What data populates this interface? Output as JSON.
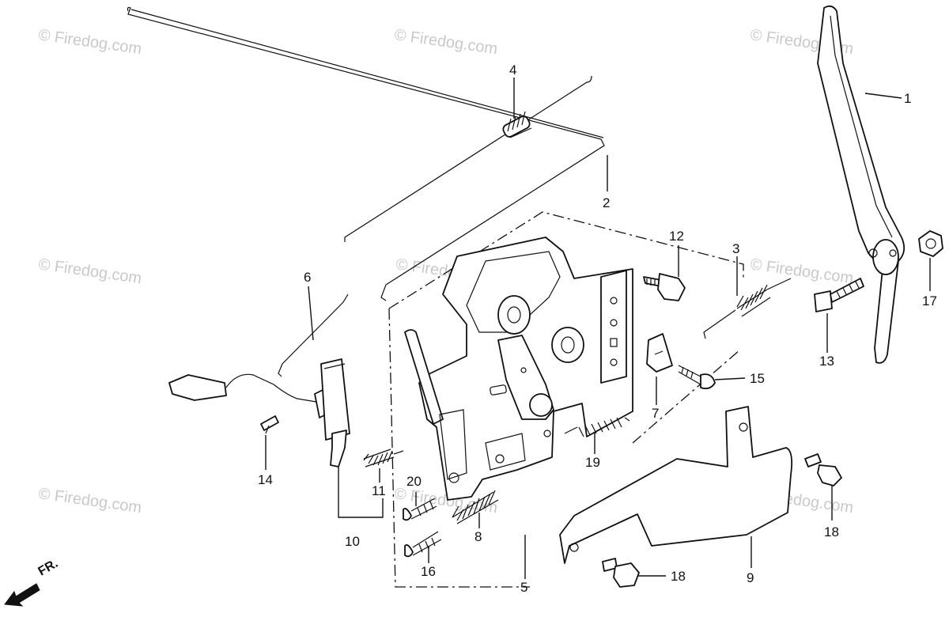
{
  "diagram": {
    "watermark": "© Firedog.com",
    "direction_label": "FR.",
    "callouts": [
      "1",
      "2",
      "3",
      "4",
      "5",
      "6",
      "7",
      "8",
      "9",
      "10",
      "11",
      "12",
      "13",
      "14",
      "15",
      "16",
      "17",
      "18",
      "18",
      "19",
      "20"
    ]
  }
}
